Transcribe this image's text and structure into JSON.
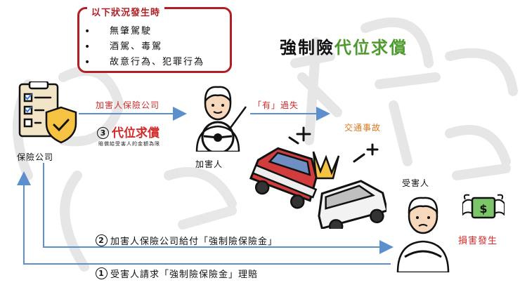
{
  "conditions": {
    "title": "以下狀況發生時",
    "items": [
      "無肇駕駛",
      "酒駕、毒駕",
      "故意行為、犯罪行為"
    ]
  },
  "title": {
    "part1": "強制險",
    "part2": "代位求償"
  },
  "insurer_label": "保險公司",
  "perpetrator_insurer_label": "加害人保險公司",
  "step3": {
    "number": "3",
    "text": "代位求償",
    "note": "賠償給受害人的金額為限"
  },
  "perpetrator_label": "加害人",
  "fault_label": "「有」過失",
  "accident_label": "交通事故",
  "victim_label": "受害人",
  "damage_label": "損害發生",
  "step2": {
    "number": "2",
    "text": "加害人保險公司給付「強制險保險金」"
  },
  "step1": {
    "number": "1",
    "text": "受害人請求「強制險保險金」理賠"
  },
  "colors": {
    "red": "#b01f24",
    "green": "#4f9a2f",
    "arrow_blue": "#5d8fcc",
    "orange": "#d9771f"
  },
  "icons": [
    "insurance-document-icon",
    "shield-check-icon",
    "driver-icon",
    "car-crash-icon",
    "victim-icon",
    "flying-money-icon"
  ]
}
